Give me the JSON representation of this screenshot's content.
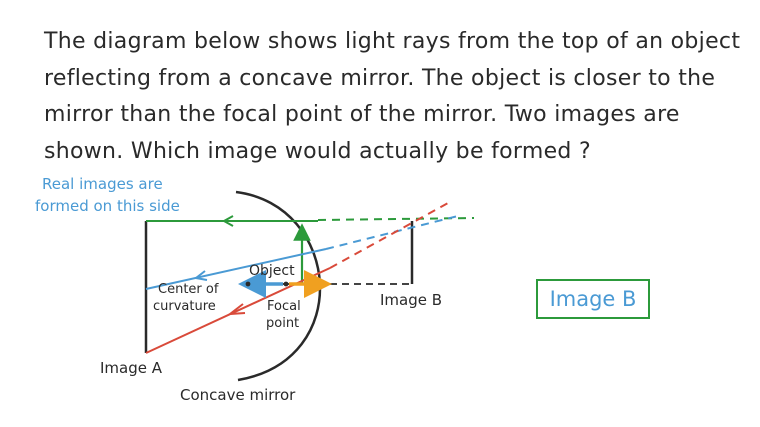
{
  "question": {
    "lines": [
      "The diagram below shows light rays from the top of an object",
      "reflecting from a concave mirror. The object is closer to the",
      "mirror than the focal point of the mirror.  Two images are",
      "shown. Which image would actually be formed ?"
    ]
  },
  "diagram": {
    "real_side_label_line1": "Real images are",
    "real_side_label_line2": "formed on this side",
    "object_label": "Object",
    "center_label_line1": "Center of",
    "center_label_line2": "curvature",
    "focal_label_line1": "Focal",
    "focal_label_line2": "point",
    "image_a_label": "Image A",
    "image_b_label": "Image B",
    "mirror_label": "Concave mirror",
    "colors": {
      "ink": "#2a2a2a",
      "green_ray": "#2c9a3b",
      "blue_ray": "#4a9ad4",
      "red_ray": "#d94a3a",
      "focal_arrow": "#f0a020"
    }
  },
  "answer": {
    "text": "Image B",
    "border_color": "#2c9a3b",
    "text_color": "#4a9ad4"
  }
}
